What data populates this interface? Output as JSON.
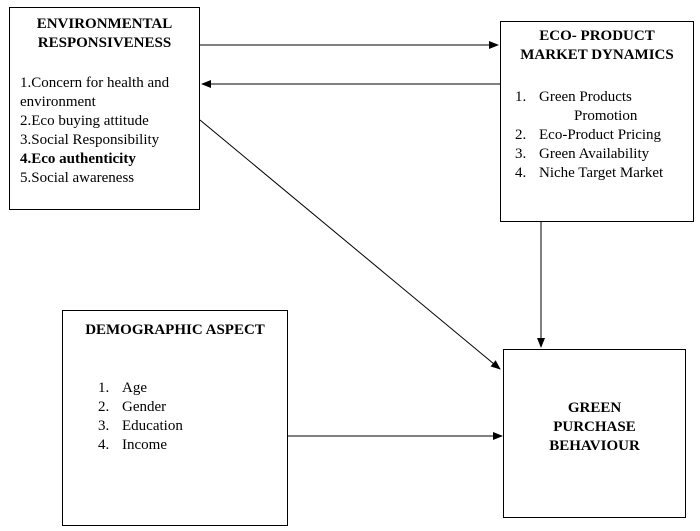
{
  "env": {
    "title_line1": "ENVIRONMENTAL",
    "title_line2": "RESPONSIVENESS",
    "items": [
      "1.Concern for health and",
      "environment",
      "2.Eco buying attitude",
      "3.Social Responsibility",
      "4.Eco authenticity",
      "5.Social awareness"
    ]
  },
  "eco": {
    "title_line1": "ECO- PRODUCT",
    "title_line2": "MARKET DYNAMICS",
    "items": [
      {
        "num": "1.",
        "text": "Green Products"
      },
      {
        "num": "",
        "text": "Promotion"
      },
      {
        "num": "2.",
        "text": "Eco-Product Pricing"
      },
      {
        "num": "3.",
        "text": "Green Availability"
      },
      {
        "num": "4.",
        "text": "Niche Target Market"
      }
    ]
  },
  "demo": {
    "title": "DEMOGRAPHIC ASPECT",
    "items": [
      {
        "num": "1.",
        "text": "Age"
      },
      {
        "num": "2.",
        "text": "Gender"
      },
      {
        "num": "3.",
        "text": "Education"
      },
      {
        "num": "4.",
        "text": "Income"
      }
    ]
  },
  "green": {
    "title_line1": "GREEN",
    "title_line2": "PURCHASE",
    "title_line3": "BEHAVIOUR"
  }
}
